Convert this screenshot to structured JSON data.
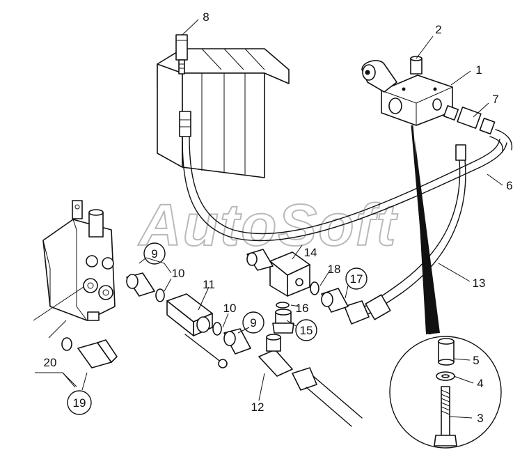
{
  "watermark": "AutoSoft",
  "callouts": {
    "c1": "1",
    "c2": "2",
    "c3": "3",
    "c4": "4",
    "c5": "5",
    "c6": "6",
    "c7": "7",
    "c8": "8",
    "c9a": "9",
    "c9b": "9",
    "c10a": "10",
    "c10b": "10",
    "c11": "11",
    "c12": "12",
    "c13": "13",
    "c14": "14",
    "c15": "15",
    "c16": "16",
    "c17": "17",
    "c18": "18",
    "c19": "19",
    "c20": "20"
  }
}
